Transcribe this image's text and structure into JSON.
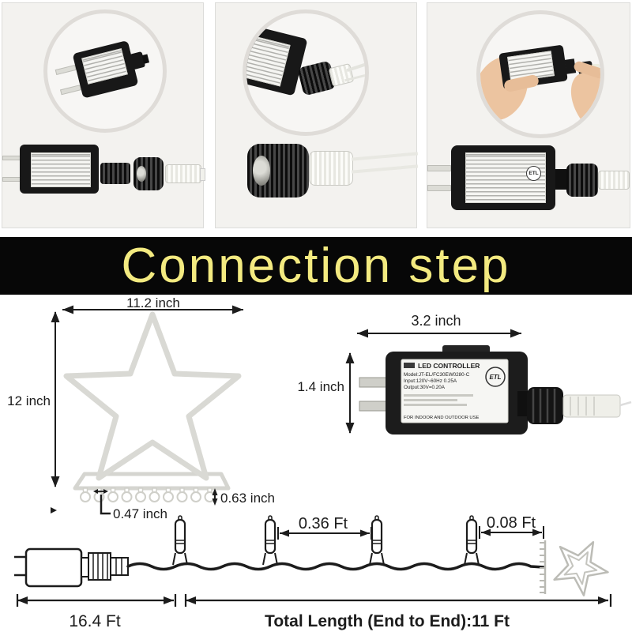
{
  "banner": {
    "title": "Connection step",
    "bg_color": "#070707",
    "text_color": "#f3ea80"
  },
  "controller_label": {
    "title": "LED CONTROLLER",
    "model": "Model:JT-EL/FC30EW0280-C",
    "input": "Input:120V~60Hz 0.25A",
    "output": "Output:30V=0.20A",
    "cert": "ETL",
    "usage": "FOR INDOOR AND OUTDOOR USE"
  },
  "star_diagram": {
    "width": "11.2 inch",
    "height": "12 inch",
    "bulb_height": "0.63 inch",
    "bulb_spacing": "0.47 inch"
  },
  "controller_diagram": {
    "width": "3.2 inch",
    "height": "1.4 inch"
  },
  "string_diagram": {
    "bulb_spacing": "0.36 Ft",
    "star_gap": "0.08 Ft",
    "lead_length": "16.4 Ft",
    "total_length": "Total Length (End to End):11 Ft"
  }
}
